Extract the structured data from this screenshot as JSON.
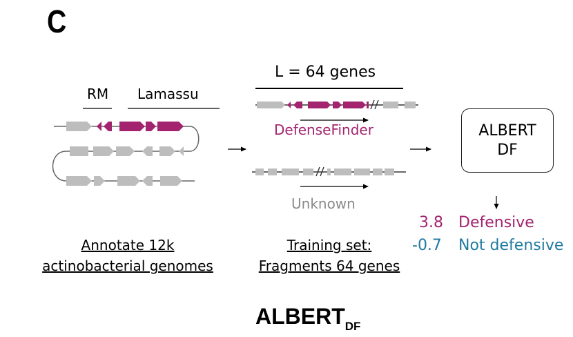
{
  "panel": {
    "letter": "C"
  },
  "genome": {
    "rm_label": "RM",
    "lamassu_label": "Lamassu"
  },
  "fragments": {
    "length_label": "L = 64 genes",
    "defense_label": "DefenseFinder",
    "unknown_label": "Unknown"
  },
  "model": {
    "line1": "ALBERT",
    "line2": "DF"
  },
  "scores": {
    "defensive": {
      "value": "3.8",
      "label": "Defensive"
    },
    "not_defensive": {
      "value": "-0.7",
      "label": "Not defensive"
    }
  },
  "captions": {
    "annotate_line1": "Annotate 12k",
    "annotate_line2": "actinobacterial genomes",
    "training_line1": "Training set:",
    "training_line2": "Fragments 64 genes"
  },
  "title": {
    "main": "ALBERT",
    "sub": "DF"
  },
  "colors": {
    "defense": "#a3236f",
    "gene": "#bdbdbd",
    "not_defensive": "#1f7aa0",
    "unknown_text": "#8a8a8a"
  }
}
